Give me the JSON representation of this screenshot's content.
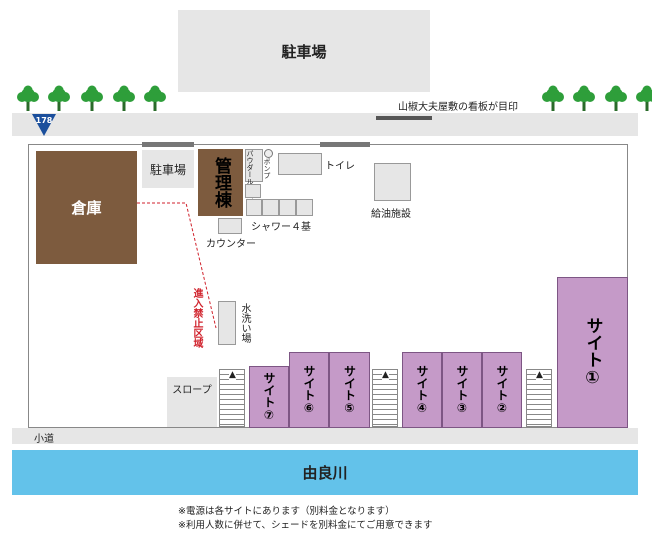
{
  "top_parking_label": "駐車場",
  "road_sign_text": "山椒大夫屋敷の看板が目印",
  "route_number": "178",
  "warehouse_label": "倉庫",
  "parking_label": "駐車場",
  "management_label": "管理棟",
  "powder_room_label": "パウダールーム",
  "pump_label": "ポンプ",
  "toilet_label": "トイレ",
  "fuel_label": "給油施設",
  "shower_label": "シャワー４基",
  "counter_label": "カウンター",
  "no_entry_label": "進入禁止区域",
  "washing_label": "水洗い場",
  "slope_label": "スロープ",
  "sites": [
    {
      "label": "サイト",
      "num": "⑦"
    },
    {
      "label": "サイト",
      "num": "⑥"
    },
    {
      "label": "サイト",
      "num": "⑤"
    },
    {
      "label": "サイト",
      "num": "④"
    },
    {
      "label": "サイト",
      "num": "③"
    },
    {
      "label": "サイト",
      "num": "②"
    },
    {
      "label": "サイト",
      "num": "①"
    }
  ],
  "stair_arrow": "▲",
  "path_label": "小道",
  "river_label": "由良川",
  "notes": [
    "※電源は各サイトにあります（別料金となります）",
    "※利用人数に併せて、シェードを別料金にてご用意できます"
  ],
  "colors": {
    "building_brown": "#7d5b3e",
    "site_purple": "#c59ac8",
    "river_blue": "#63c2ea",
    "ground_grey": "#e6e6e6",
    "tree_green": "#2e9e3a",
    "route_sign_blue": "#1b4f9c",
    "no_entry_red": "#d0222c"
  },
  "tree_icon_count_left": 5,
  "tree_icon_count_right": 4
}
